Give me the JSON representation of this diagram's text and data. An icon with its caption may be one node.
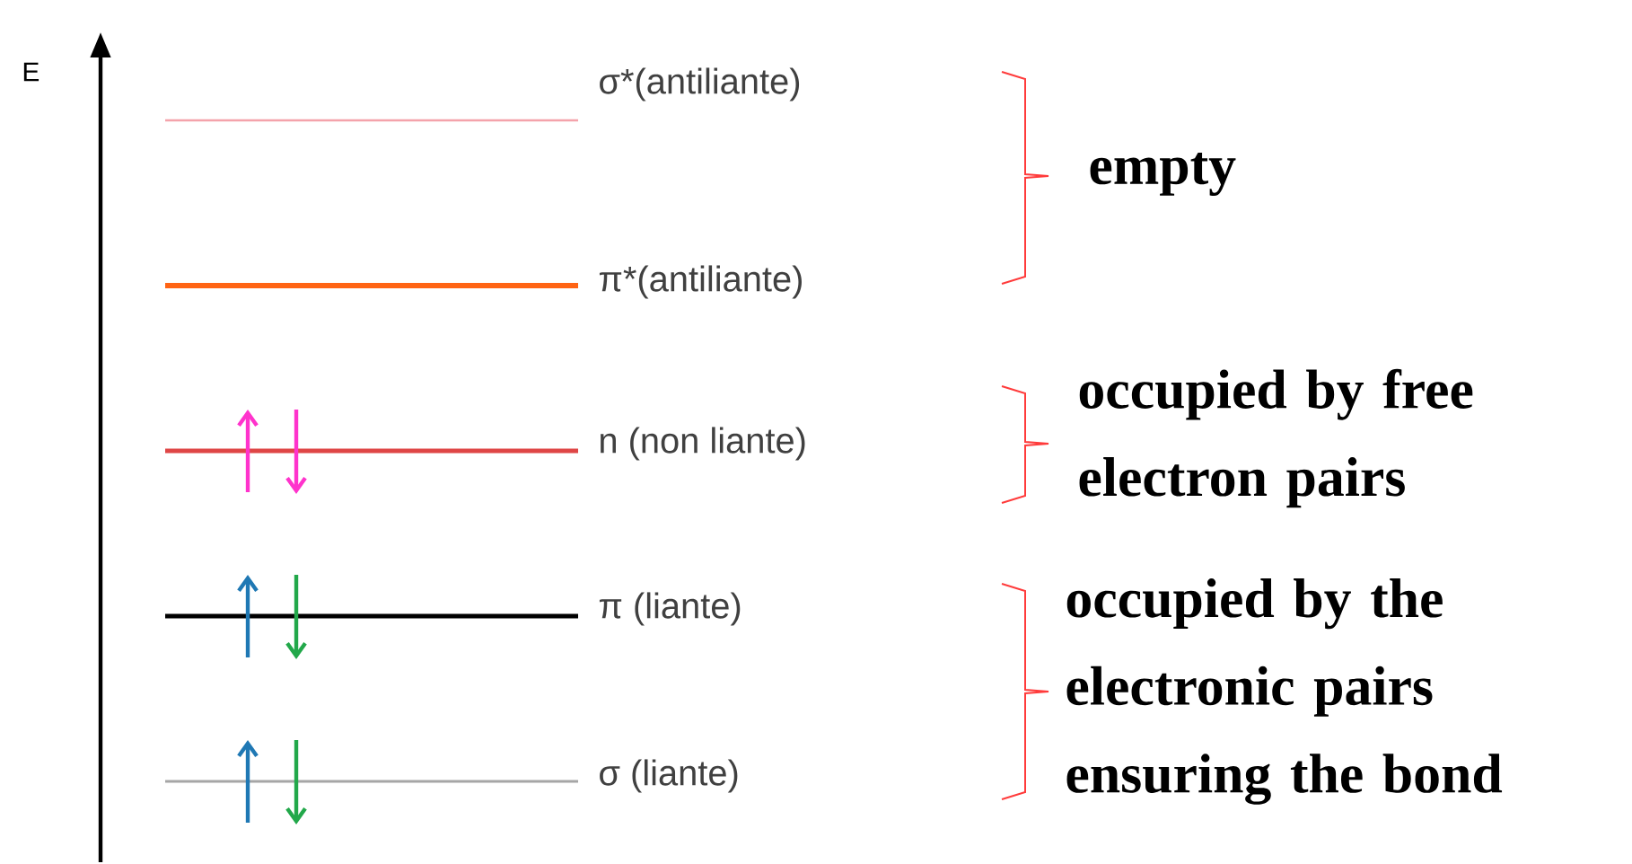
{
  "diagram": {
    "labels": [
      "E",
      "σ*(antiliante)",
      "π*(antiliante)",
      "n (non liante)",
      "π (liante)",
      "σ (liante)",
      "empty",
      "occupied by free electron pairs",
      "occupied by the electronic pairs ensuring the bond"
    ]
  }
}
